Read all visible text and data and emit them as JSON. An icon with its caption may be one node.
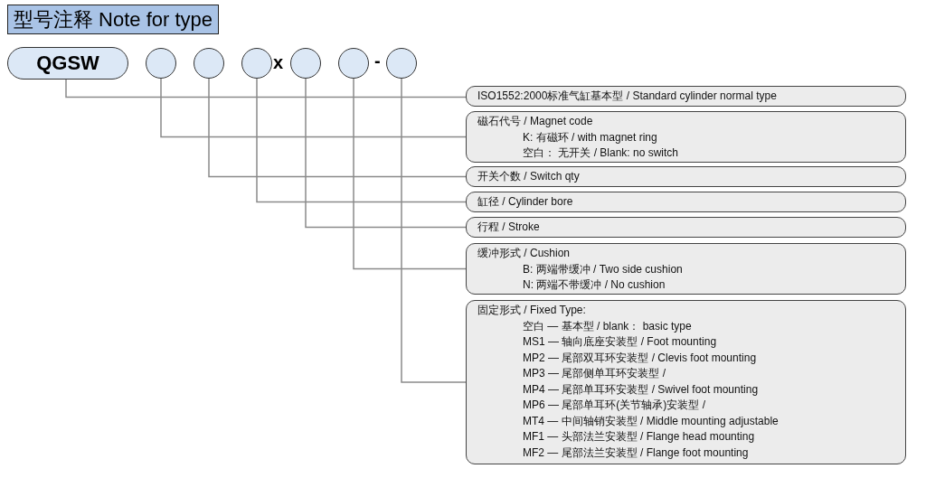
{
  "diagram": {
    "title": "型号注释 Note for type",
    "nodes": [
      {
        "text": [
          "QGSW"
        ]
      },
      {
        "text": [],
        "shape": "circle"
      },
      {
        "text": [],
        "shape": "circle"
      },
      {
        "text": [],
        "shape": "circle"
      },
      {
        "text": [],
        "shape": "circle"
      },
      {
        "text": [],
        "shape": "circle"
      },
      {
        "text": [],
        "shape": "circle"
      },
      {
        "text": [
          "ISO1552:2000标准气缸基本型 / Standard cylinder normal type"
        ]
      },
      {
        "text": [
          "磁石代号 / Magnet code",
          "K: 有磁环 / with magnet ring",
          "空白： 无开关 / Blank: no switch"
        ]
      },
      {
        "text": [
          "开关个数 / Switch qty"
        ]
      },
      {
        "text": [
          "缸径 / Cylinder bore"
        ]
      },
      {
        "text": [
          "行程 / Stroke"
        ]
      },
      {
        "text": [
          "缓冲形式 / Cushion",
          "B: 两端带缓冲 / Two side cushion",
          "N: 两端不带缓冲 / No cushion"
        ]
      },
      {
        "text": [
          "固定形式 / Fixed Type:",
          "空白 — 基本型 / blank： basic type",
          "MS1 — 轴向底座安装型 / Foot mounting",
          "MP2 — 尾部双耳环安装型 / Clevis foot mounting",
          "MP3 — 尾部侧单耳环安装型 /",
          "MP4 — 尾部单耳环安装型 / Swivel foot mounting",
          "MP6 — 尾部单耳环(关节轴承)安装型 /",
          "MT4 — 中间轴销安装型 / Middle mounting adjustable",
          "MF1 — 头部法兰安装型 / Flange head mounting",
          "MF2 — 尾部法兰安装型 / Flange foot mounting"
        ]
      }
    ],
    "edges": [
      {
        "from": 0,
        "to": 7,
        "arrow": "none"
      },
      {
        "from": 1,
        "to": 8,
        "arrow": "none"
      },
      {
        "from": 2,
        "to": 9,
        "arrow": "none"
      },
      {
        "from": 3,
        "to": 10,
        "arrow": "none"
      },
      {
        "from": 4,
        "to": 11,
        "arrow": "none"
      },
      {
        "from": 5,
        "to": 12,
        "arrow": "none"
      },
      {
        "from": 6,
        "to": 13,
        "arrow": "none"
      }
    ],
    "labels": [
      "x",
      "-"
    ]
  }
}
